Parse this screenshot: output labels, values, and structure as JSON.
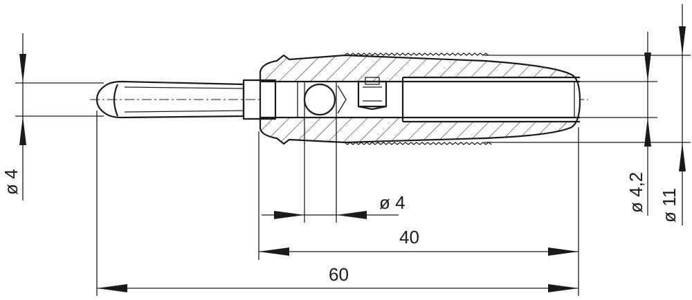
{
  "dimensions": {
    "pin_diameter": "ø 4",
    "ball_diameter": "ø 4",
    "bore_diameter": "ø 4,2",
    "body_diameter": "ø 11",
    "body_length": "40",
    "overall_length": "60"
  },
  "colors": {
    "line": "#1a1a1a",
    "background": "#ffffff"
  }
}
